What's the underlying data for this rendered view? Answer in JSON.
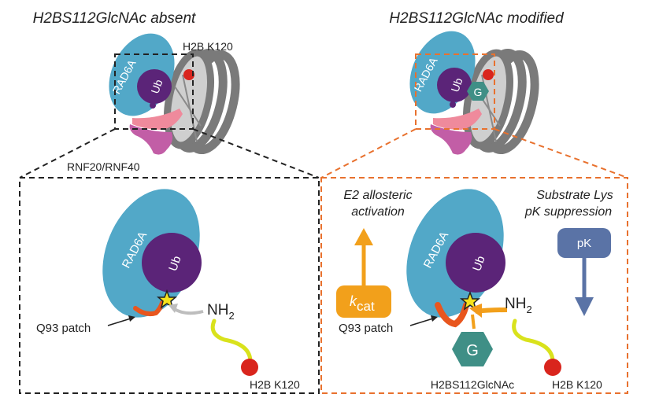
{
  "panels": {
    "left": {
      "title": "H2BS112GlcNAc absent",
      "overview": {
        "rad6a_label": "RAD6A",
        "ub_label": "Ub",
        "k120_label": "H2B K120",
        "rnf_label": "RNF20/RNF40"
      },
      "detail": {
        "rad6a_label": "RAD6A",
        "ub_label": "Ub",
        "nh2_label": "NH",
        "nh2_sub": "2",
        "q93_label": "Q93 patch",
        "k120_label": "H2B K120"
      }
    },
    "right": {
      "title": "H2BS112GlcNAc modified",
      "overview": {
        "rad6a_label": "RAD6A",
        "ub_label": "Ub",
        "g_label": "G"
      },
      "detail": {
        "e2_label_line1": "E2 allosteric",
        "e2_label_line2": "activation",
        "kcat_main": "k",
        "kcat_sub": "cat",
        "substrate_line1": "Substrate Lys",
        "substrate_line2": "pK suppression",
        "pk_label": "pK",
        "rad6a_label": "RAD6A",
        "ub_label": "Ub",
        "nh2_label": "NH",
        "nh2_sub": "2",
        "q93_label": "Q93 patch",
        "g_label": "G",
        "glcnac_label": "H2BS112GlcNAc",
        "k120_label": "H2B K120"
      }
    }
  },
  "colors": {
    "rad6a": "#52a8c8",
    "ub": "#5b2478",
    "glcnac": "#3f8f86",
    "k120": "#d9251d",
    "q93": "#e8561e",
    "tail": "#d9e21c",
    "kcat": "#f2a01b",
    "pk": "#5a73a6",
    "rnf_top": "#ef8a9c",
    "rnf_bottom": "#c25ea6",
    "nucleosome_dark": "#7a7a7a",
    "nucleosome_light": "#cfcfcf",
    "box_left": "#222222",
    "box_right": "#e8712e",
    "arrow_gray": "#bdbdbd"
  }
}
